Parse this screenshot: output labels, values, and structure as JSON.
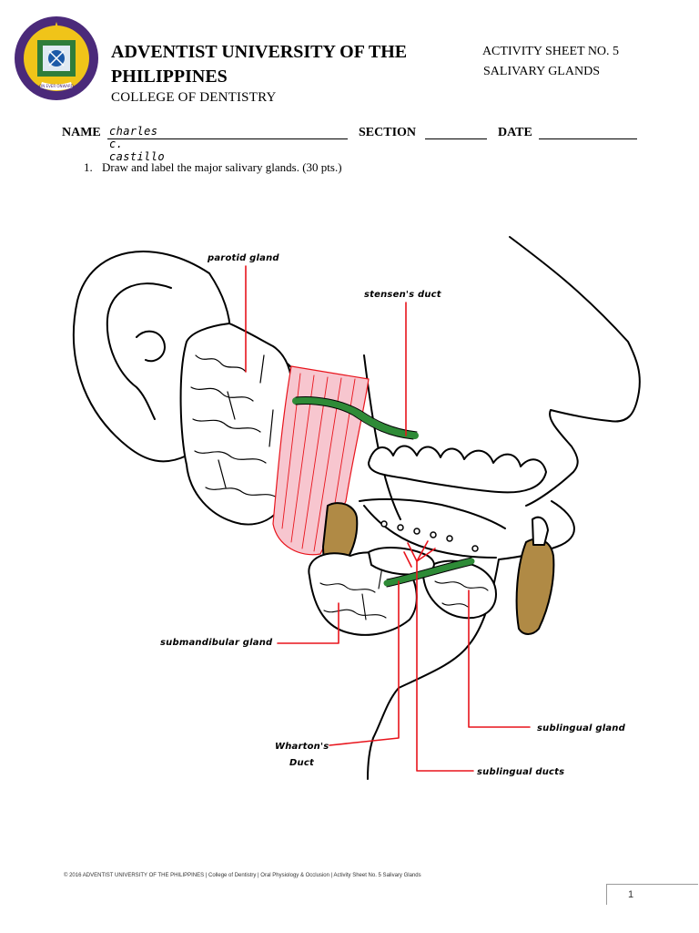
{
  "header": {
    "university": "ADVENTIST UNIVERSITY OF THE PHILIPPINES",
    "college": "COLLEGE OF DENTISTRY",
    "activity_number": "ACTIVITY SHEET NO. 5",
    "activity_title": "SALIVARY GLANDS"
  },
  "seal": {
    "motto": "ON EVER ONWARD"
  },
  "fields": {
    "name_label": "NAME",
    "name_value": "charles c. castillo",
    "section_label": "SECTION",
    "date_label": "DATE"
  },
  "question": {
    "number": "1.",
    "text": "Draw and label the major salivary glands. (30 pts.)"
  },
  "diagram": {
    "labels": {
      "parotid": "parotid gland",
      "stensen": "stensen's duct",
      "submandibular": "submandibular gland",
      "wharton_1": "Wharton's",
      "wharton_2": "Duct",
      "sublingual_gland": "sublingual gland",
      "sublingual_ducts": "sublingual ducts"
    },
    "colors": {
      "leader": "#e8141c",
      "duct": "#2e8b37",
      "muscle": "#f7c6cf",
      "gland": "#ffffff",
      "tooth_shade": "#b08a45"
    }
  },
  "footer": {
    "text": "© 2016 ADVENTIST UNIVERSITY OF THE PHILIPPINES | College of Dentistry | Oral Physiology & Occlusion | Activity Sheet No. 5 Salivary Glands"
  },
  "page": {
    "number": "1"
  }
}
